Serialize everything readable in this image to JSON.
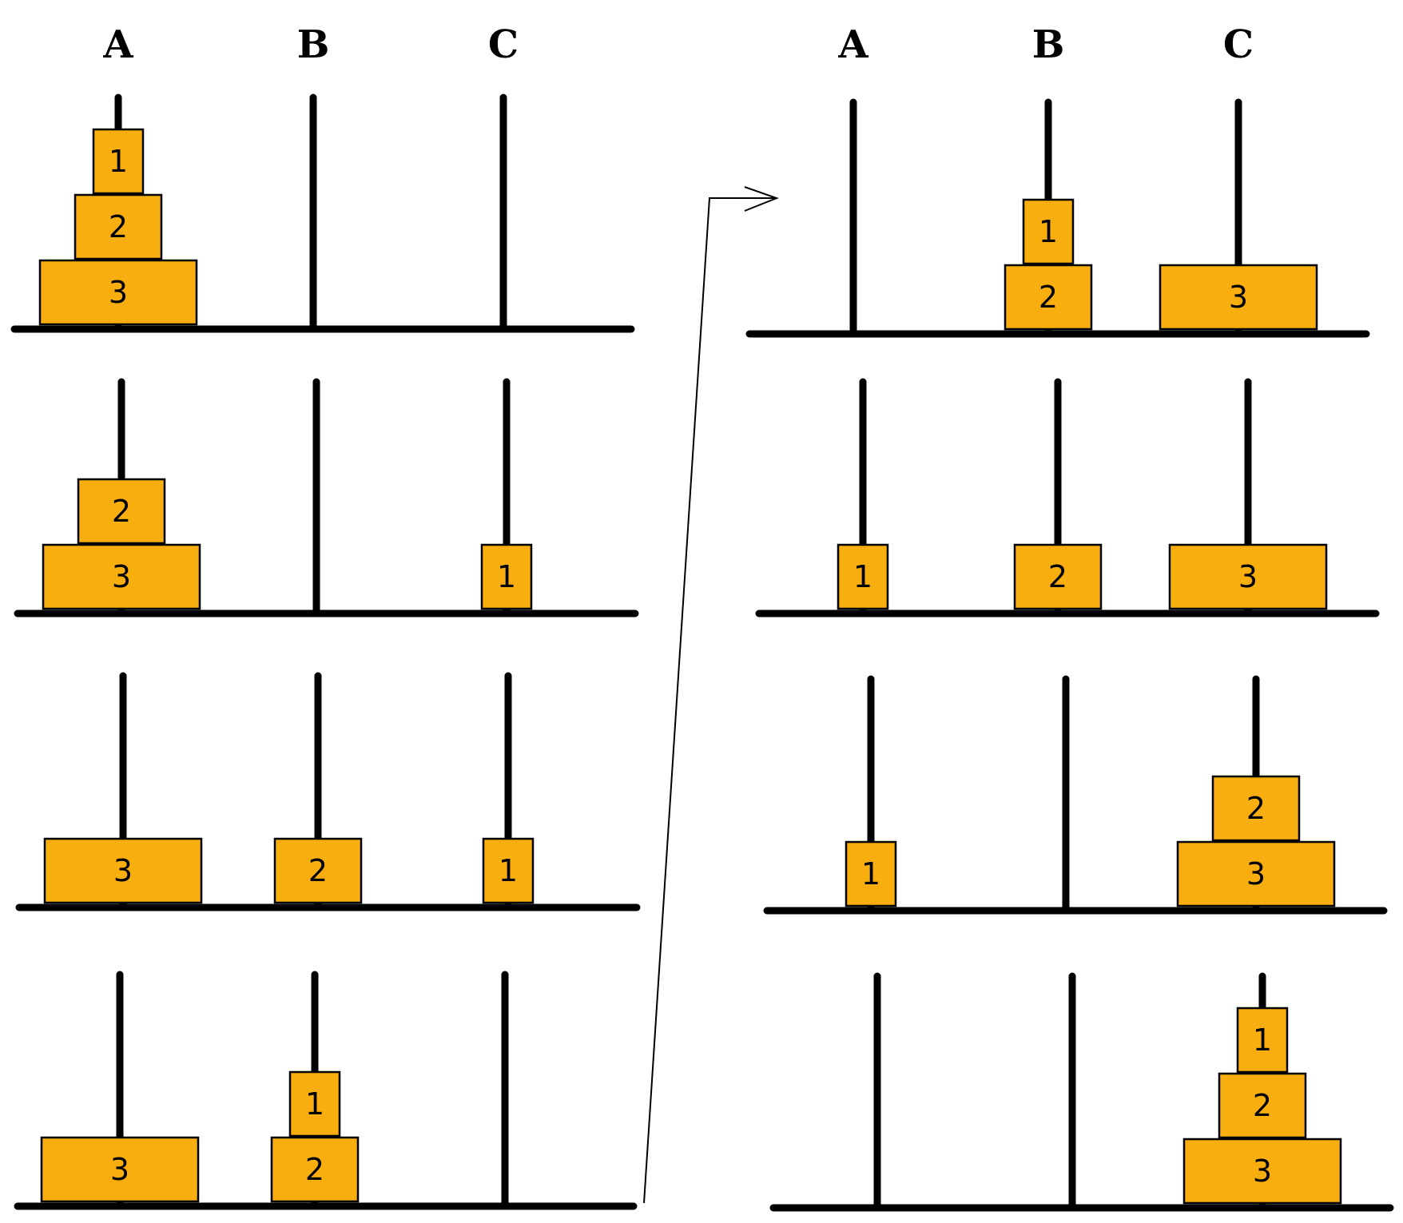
{
  "colors": {
    "disk": "#F8AE0E",
    "ink": "#000000",
    "arrow": "#000000"
  },
  "pegs": [
    "A",
    "B",
    "C"
  ],
  "states": [
    {
      "name": "state-1",
      "A": [
        3,
        2,
        1
      ],
      "B": [],
      "C": []
    },
    {
      "name": "state-2",
      "A": [
        3,
        2
      ],
      "B": [],
      "C": [
        1
      ]
    },
    {
      "name": "state-3",
      "A": [
        3
      ],
      "B": [
        2
      ],
      "C": [
        1
      ]
    },
    {
      "name": "state-4",
      "A": [
        3
      ],
      "B": [
        2,
        1
      ],
      "C": []
    },
    {
      "name": "state-5",
      "A": [],
      "B": [
        2,
        1
      ],
      "C": [
        3
      ]
    },
    {
      "name": "state-6",
      "A": [
        1
      ],
      "B": [
        2
      ],
      "C": [
        3
      ]
    },
    {
      "name": "state-7",
      "A": [
        1
      ],
      "B": [],
      "C": [
        3,
        2
      ]
    },
    {
      "name": "state-8",
      "A": [],
      "B": [],
      "C": [
        3,
        2,
        1
      ]
    }
  ]
}
